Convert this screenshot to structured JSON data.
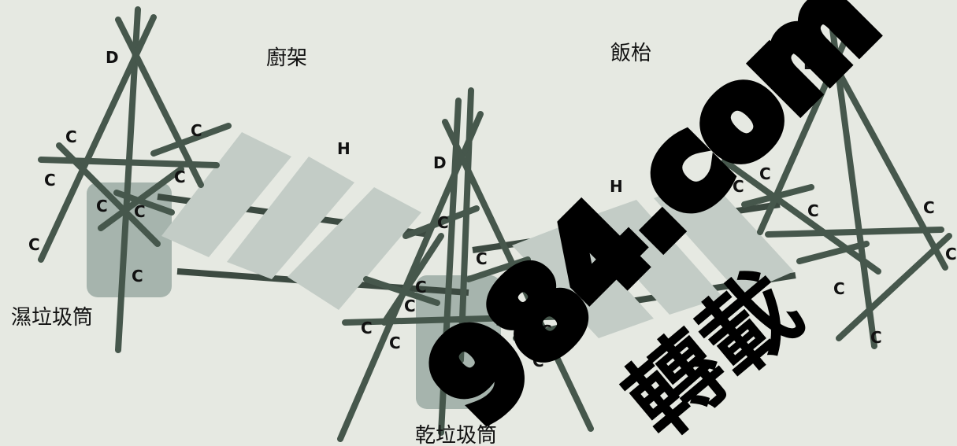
{
  "labels": {
    "kitchen_rack": "廚架",
    "dining_table": "飯枱",
    "wet_bin": "濕垃圾筒",
    "dry_bin": "乾垃圾筒"
  },
  "marks": {
    "d": "D",
    "h": "H",
    "c": "C"
  },
  "watermark": {
    "text": "984.com",
    "cjk": "轉載"
  },
  "colors": {
    "background": "#e6e9e2",
    "pole": "#46574c",
    "board": "#c3ccc6",
    "bin": "#a6b4ad"
  }
}
